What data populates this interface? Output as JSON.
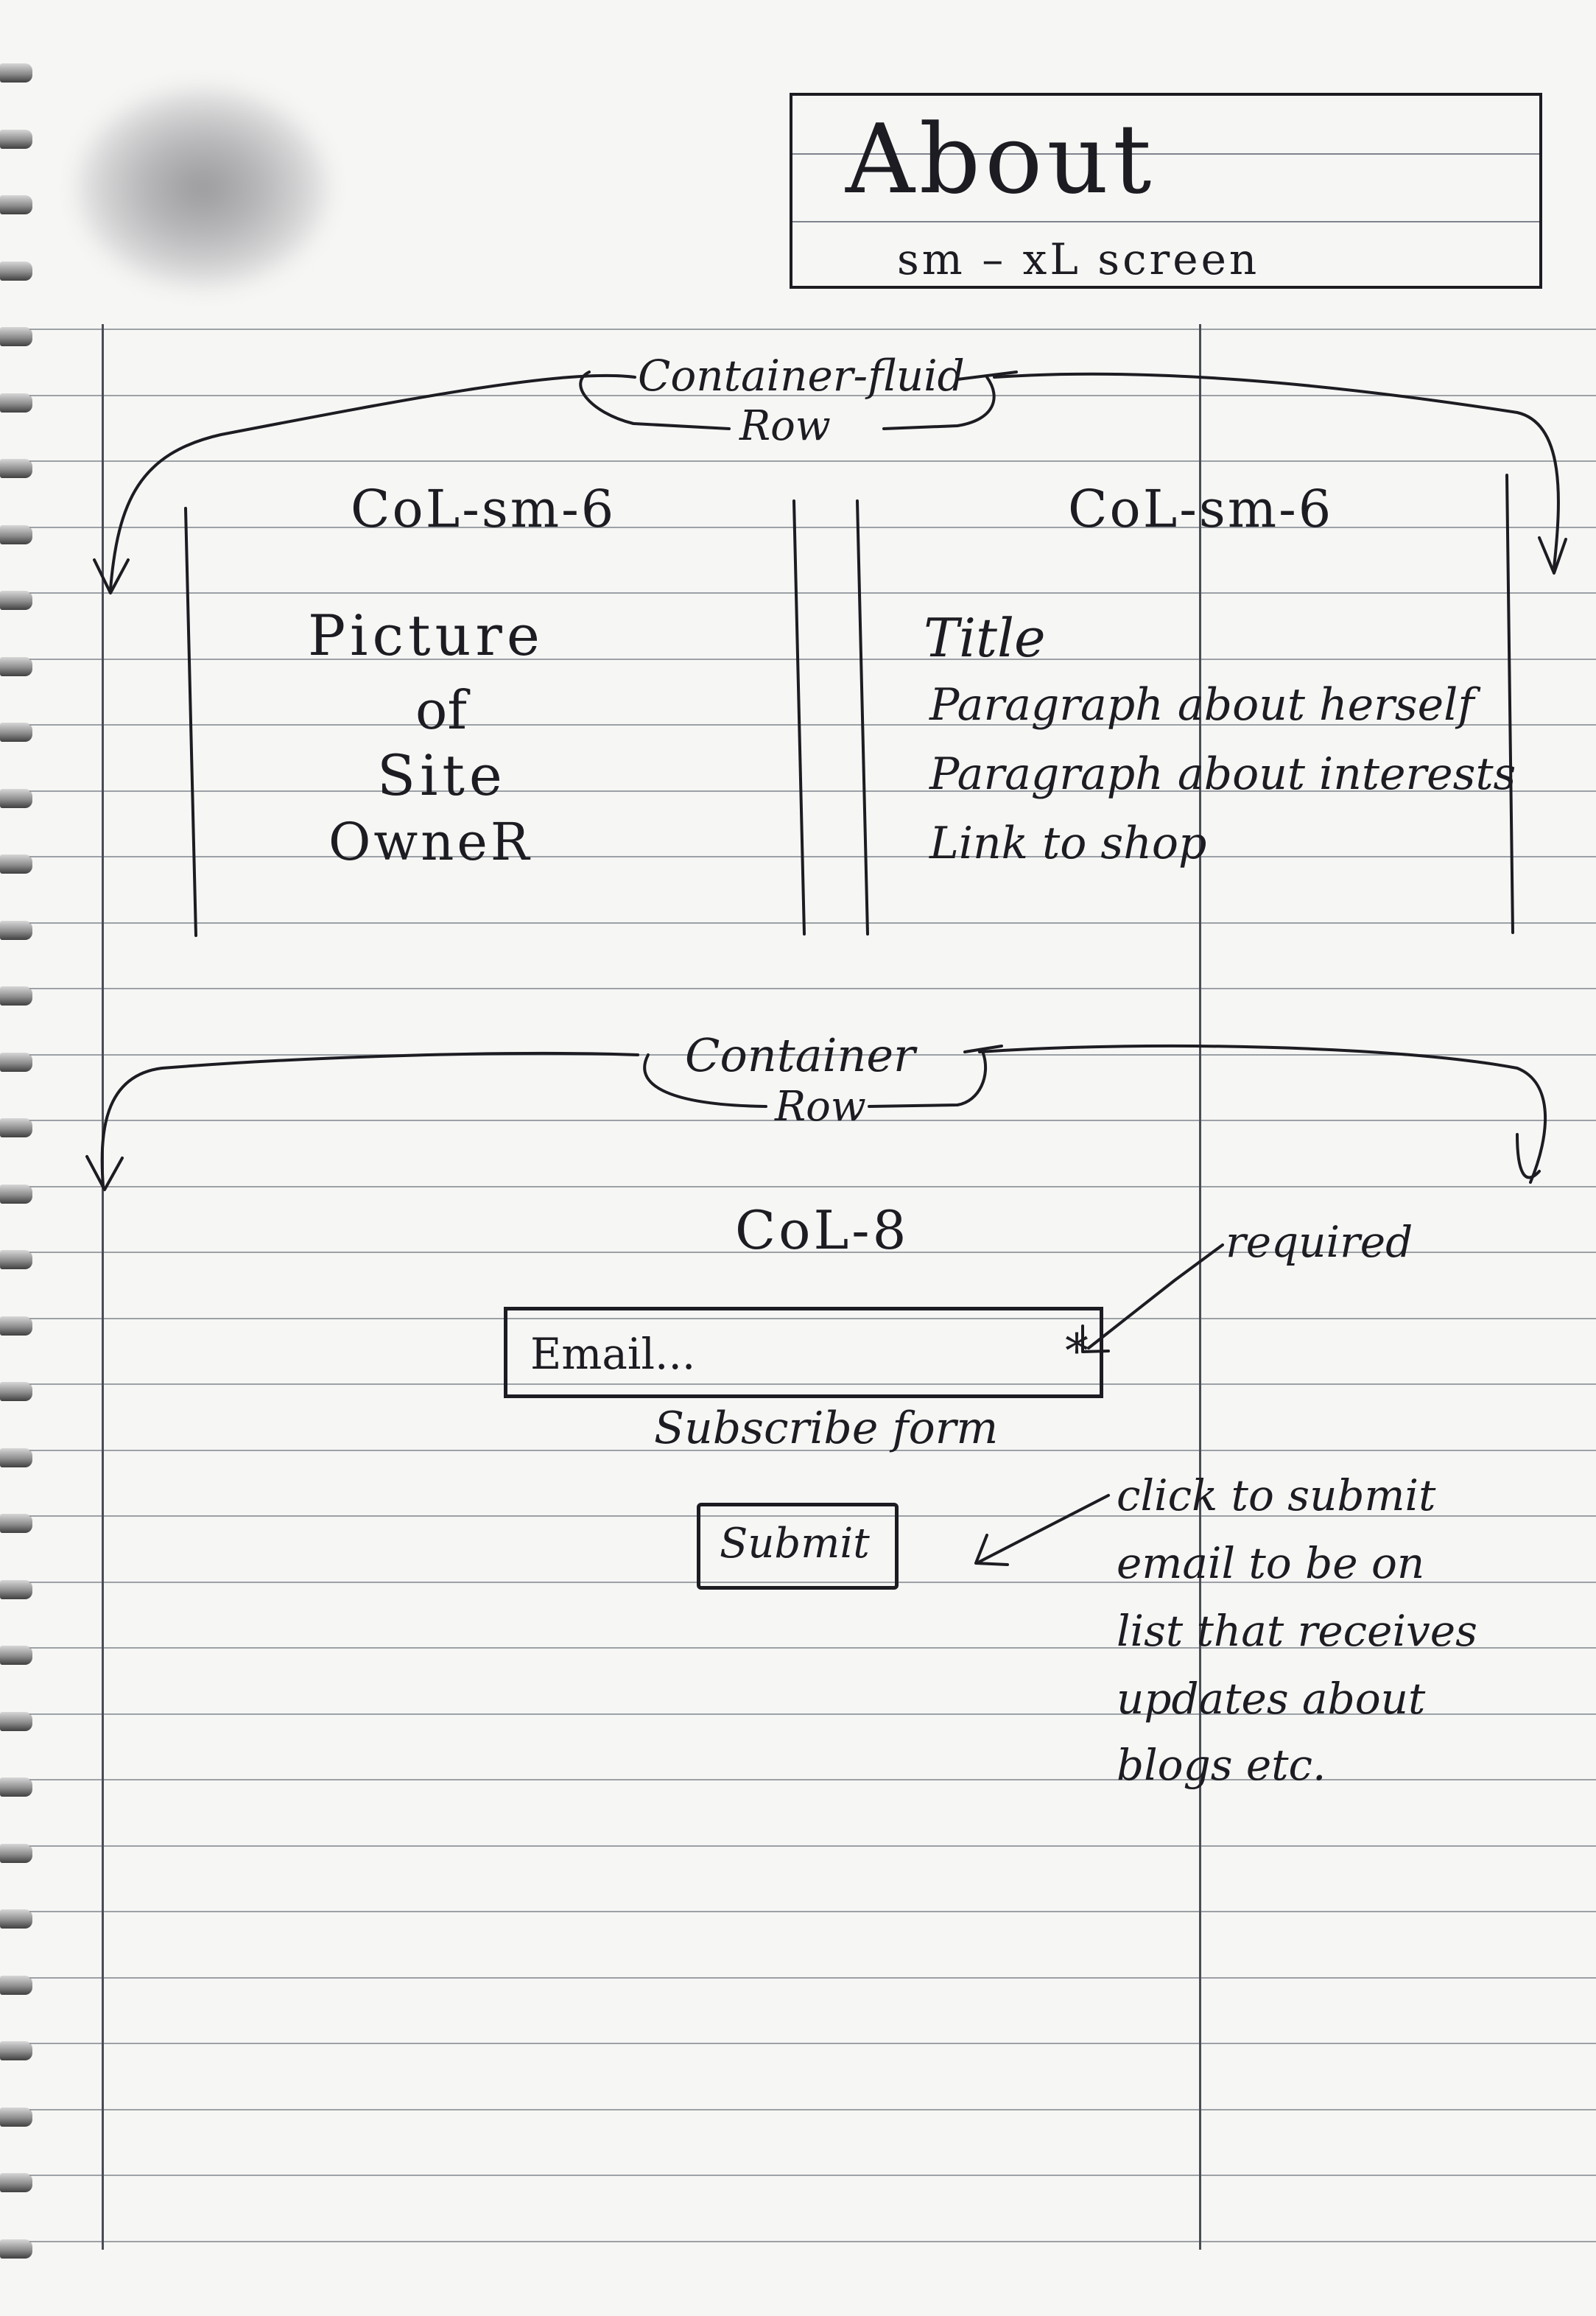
{
  "header": {
    "title": "About",
    "subtitle": "sm – xL screen"
  },
  "section1": {
    "container_label": "Container-fluid",
    "row_label": "Row",
    "col_left_label": "CoL-sm-6",
    "col_right_label": "CoL-sm-6",
    "left_content": [
      "Picture",
      "of",
      "Site",
      "OwneR"
    ],
    "right_content": [
      "Title",
      "Paragraph about herself",
      "Paragraph about interests",
      "Link to shop"
    ]
  },
  "section2": {
    "container_label": "Container",
    "row_label": "Row",
    "col_label": "CoL-8",
    "email_placeholder": "Email...",
    "required_marker": "*",
    "required_note": "required",
    "form_caption": "Subscribe form",
    "submit_label": "Submit",
    "submit_note": [
      "click to submit",
      "email to be on",
      "list that receives",
      "updates about",
      "blogs etc."
    ]
  }
}
